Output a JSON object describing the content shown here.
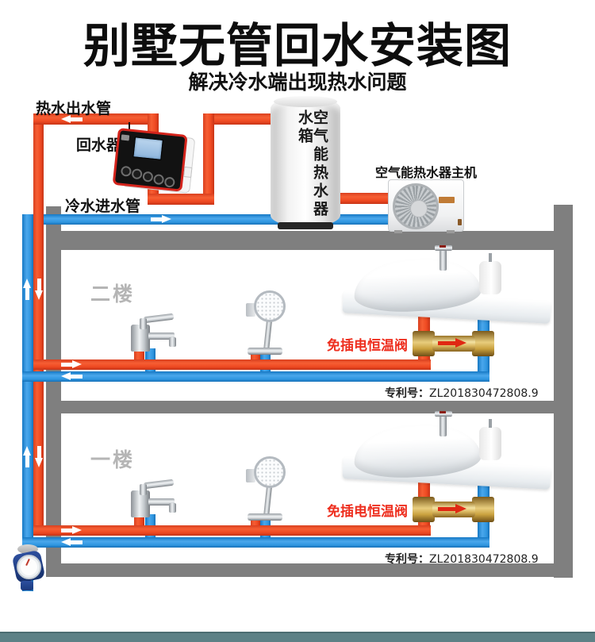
{
  "page": {
    "title": "别墅无管回水安装图",
    "subtitle": "解决冷水端出现热水问题"
  },
  "labels": {
    "hot_out_pipe": "热水出水管",
    "return_device": "回水器",
    "cold_in_pipe": "冷水进水管",
    "heat_pump_unit": "空气能热水器主机",
    "tank": "空气能热水器水箱",
    "floor2": "二楼",
    "floor1": "一楼",
    "valve": "免插电恒温阀",
    "patent_prefix": "专利号：",
    "patent_number": "ZL201830472808.9"
  },
  "colors": {
    "hot_pipe": "#ef4a22",
    "cold_pipe": "#2f96e0",
    "structure_gray": "#7f7f7f",
    "valve_label_red": "#ee2f1f",
    "floor_label_gray": "#b5b5b5",
    "footer_bar": "#5d8186",
    "brass_valve": "#caa23f",
    "device_frame_red": "#d4241c"
  }
}
